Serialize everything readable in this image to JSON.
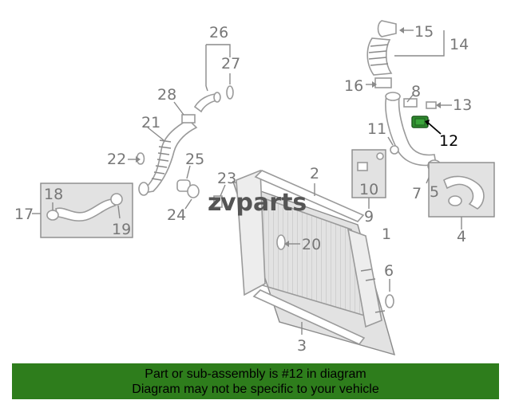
{
  "brand": {
    "prefix": "z",
    "name": "vparts"
  },
  "colors": {
    "banner": "#2e7d1c",
    "highlight_part": "#2e8b2e",
    "callout_text": "#777777",
    "highlight_text": "#000000"
  },
  "callouts": {
    "c1": "1",
    "c2": "2",
    "c3": "3",
    "c4": "4",
    "c5": "5",
    "c6": "6",
    "c7": "7",
    "c8": "8",
    "c9": "9",
    "c10": "10",
    "c11": "11",
    "c12": "12",
    "c13": "13",
    "c14": "14",
    "c15": "15",
    "c16": "16",
    "c17": "17",
    "c18": "18",
    "c19": "19",
    "c20": "20",
    "c21": "21",
    "c22": "22",
    "c23": "23",
    "c24": "24",
    "c25": "25",
    "c26": "26",
    "c27": "27",
    "c28": "28"
  },
  "highlighted_part": "12",
  "banner": {
    "line1": "Part or sub-assembly is #12 in diagram",
    "line2": "Diagram may not be specific to your vehicle"
  }
}
